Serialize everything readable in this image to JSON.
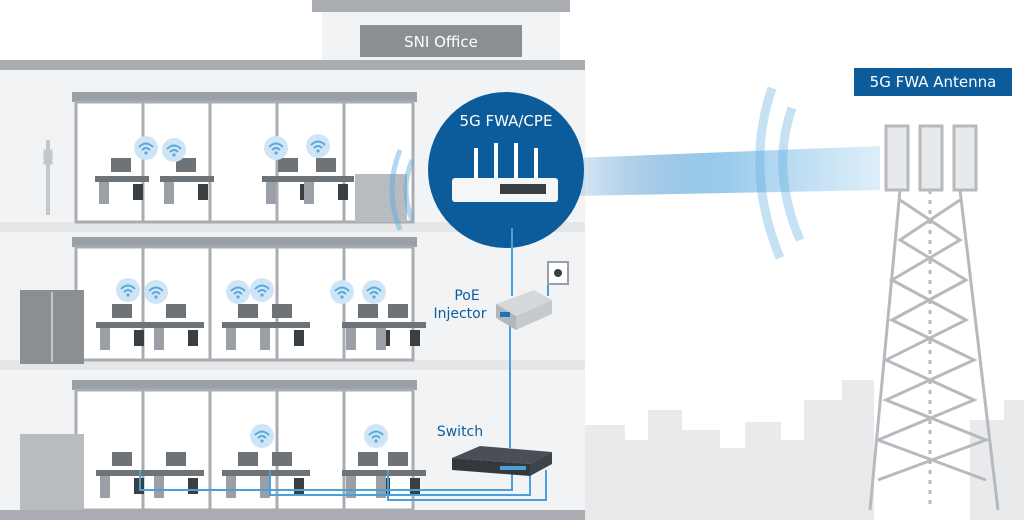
{
  "labels": {
    "office": "SNI Office",
    "cpe": "5G FWA/CPE",
    "antenna": "5G FWA Antenna",
    "poe_line1": "PoE",
    "poe_line2": "Injector",
    "switch": "Switch"
  },
  "colors": {
    "navy": "#0c5c9c",
    "wifi_blue": "#5aa9dd",
    "building_wall": "#f2f3f4",
    "floor_divider": "#e4e6e8",
    "roof_gray": "#a9adb1",
    "furniture_gray": "#6e7378",
    "skyline": "#e9eaeb",
    "cable_blue": "#4aa0d8"
  },
  "icons": [
    "wifi-icon",
    "router-icon",
    "antenna-tower-icon",
    "poe-injector-icon",
    "network-switch-icon",
    "power-plug-icon"
  ]
}
